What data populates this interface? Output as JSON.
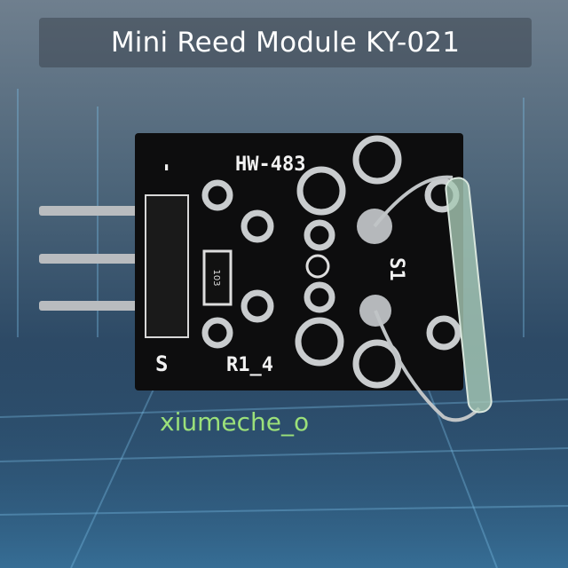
{
  "title": "Mini Reed Module KY-021",
  "board": {
    "model_label": "HW-483",
    "pin_minus_label": "-",
    "pin_signal_label": "S",
    "resistor_label": "R1_4",
    "switch_label": "S1",
    "resistor_code": "103"
  },
  "watermark": "xiumeche_o",
  "colors": {
    "pcb": "#0d0d0e",
    "silkscreen": "#f2f2f2",
    "pad": "#c9ccce",
    "glass": "#a8c9b5"
  }
}
